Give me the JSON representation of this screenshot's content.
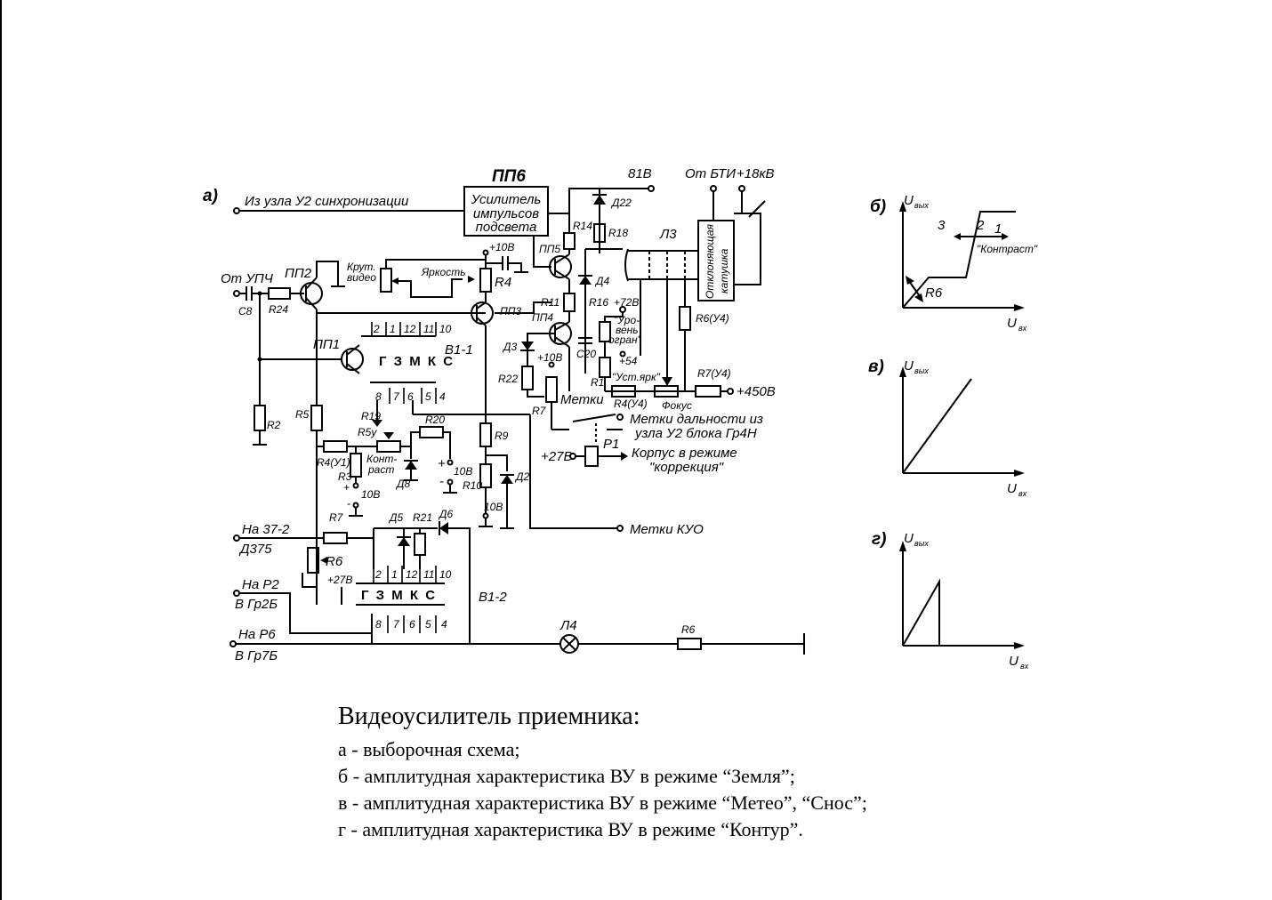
{
  "diagram": {
    "panel_labels": {
      "a": "а)",
      "b": "б)",
      "v": "в)",
      "g": "г)"
    },
    "blocks": {
      "pp6_title": "ПП6",
      "pp6_line1": "Усилитель",
      "pp6_line2": "импульсов",
      "pp6_line3": "подсвета",
      "coil_line1": "Отклоняющая",
      "coil_line2": "катушка",
      "zmks1": "Г З М К С",
      "zmks2": "Г З М К С"
    },
    "labels": {
      "sync_input": "Из узла У2 синхронизации",
      "from_upch": "От УПЧ",
      "c8": "С8",
      "r24": "R24",
      "pp2": "ПП2",
      "pp1": "ПП1",
      "pp3": "ПП3",
      "pp4": "ПП4",
      "pp5": "ПП5",
      "krut1": "Крут.",
      "krut2": "видео",
      "yarkost": "Яркость",
      "r4": "R4",
      "plus10a": "+10В",
      "v81": "81В",
      "d22": "Д22",
      "r14": "R14",
      "r18": "R18",
      "l3": "Л3",
      "ot_bti": "От БТИ",
      "plus18kv": "+18кВ",
      "d4": "Д4",
      "r11": "R11",
      "r16": "R16",
      "plus72": "+72В",
      "ur1": "\"Уро-",
      "ur2": "вень",
      "ur3": "огран\"",
      "c20": "С20",
      "plus54": "+54",
      "ust": "\"Уст.ярк\"",
      "r1": "R1",
      "r6u4": "R6(У4)",
      "r7u4": "R7(У4)",
      "plus450": "+450В",
      "fokus": "Фокус",
      "r4u4": "R4(У4)",
      "metki": "Метки",
      "r7a": "R7",
      "d3": "Д3",
      "plus10b": "+10В",
      "r22": "R22",
      "metki_dal1": "Метки дальности из",
      "metki_dal2": "узла У2 блока Гр4Н",
      "plus27a": "+27В",
      "p1": "Р1",
      "korpus1": "Корпус в режиме",
      "korpus2": "\"коррекция\"",
      "b11": "В1-1",
      "b12": "В1-2",
      "r2": "R2",
      "r5": "R5",
      "r19": "R19",
      "r5u": "R5у",
      "r20": "R20",
      "r4u1": "R4(У1)",
      "kontrast1": "Конт-",
      "kontrast2": "раст",
      "r3": "R3",
      "d8": "Д8",
      "plus_a": "+",
      "minus_a": "-",
      "v10a": "10В",
      "plus_b": "+",
      "minus_b": "-",
      "v10b": "10В",
      "r10": "R10",
      "r9": "R9",
      "d2": "Д2",
      "v10c": "10В",
      "metki_kuo": "Метки КУО",
      "na372": "На 37-2",
      "d375": "Д375",
      "r7b": "R7",
      "d5": "Д5",
      "r21": "R21",
      "d6": "Д6",
      "r6": "R6",
      "plus27b": "+27В",
      "na_p2": "На Р2",
      "v_gr2b": "В Гр2Б",
      "na_p6": "На Р6",
      "v_gr7b": "В Гр7Б",
      "l4": "Л4",
      "r6b": "R6",
      "pins_top1": [
        "2",
        "1",
        "12",
        "11",
        "10"
      ],
      "pins_bot1": [
        "8",
        "7",
        "6",
        "5",
        "4"
      ],
      "pins_top2": [
        "2",
        "1",
        "12",
        "11",
        "10"
      ],
      "pins_bot2": [
        "8",
        "7",
        "6",
        "5",
        "4"
      ]
    },
    "graphs": {
      "uout": "U",
      "uout_sub": "вых",
      "uin": "U",
      "uin_sub": "вх",
      "b_n3": "3",
      "b_n2": "2",
      "b_n1": "1",
      "b_kontrast": "\"Контраст\"",
      "b_r6": "R6"
    }
  },
  "caption": {
    "title": "Видеоусилитель приемника:",
    "lines": [
      "а - выборочная схема;",
      "б - амплитудная характеристика ВУ в режиме “Земля”;",
      "в - амплитудная характеристика ВУ в режиме “Метео”, “Снос”;",
      "г - амплитудная характеристика ВУ в режиме “Контур”."
    ]
  }
}
